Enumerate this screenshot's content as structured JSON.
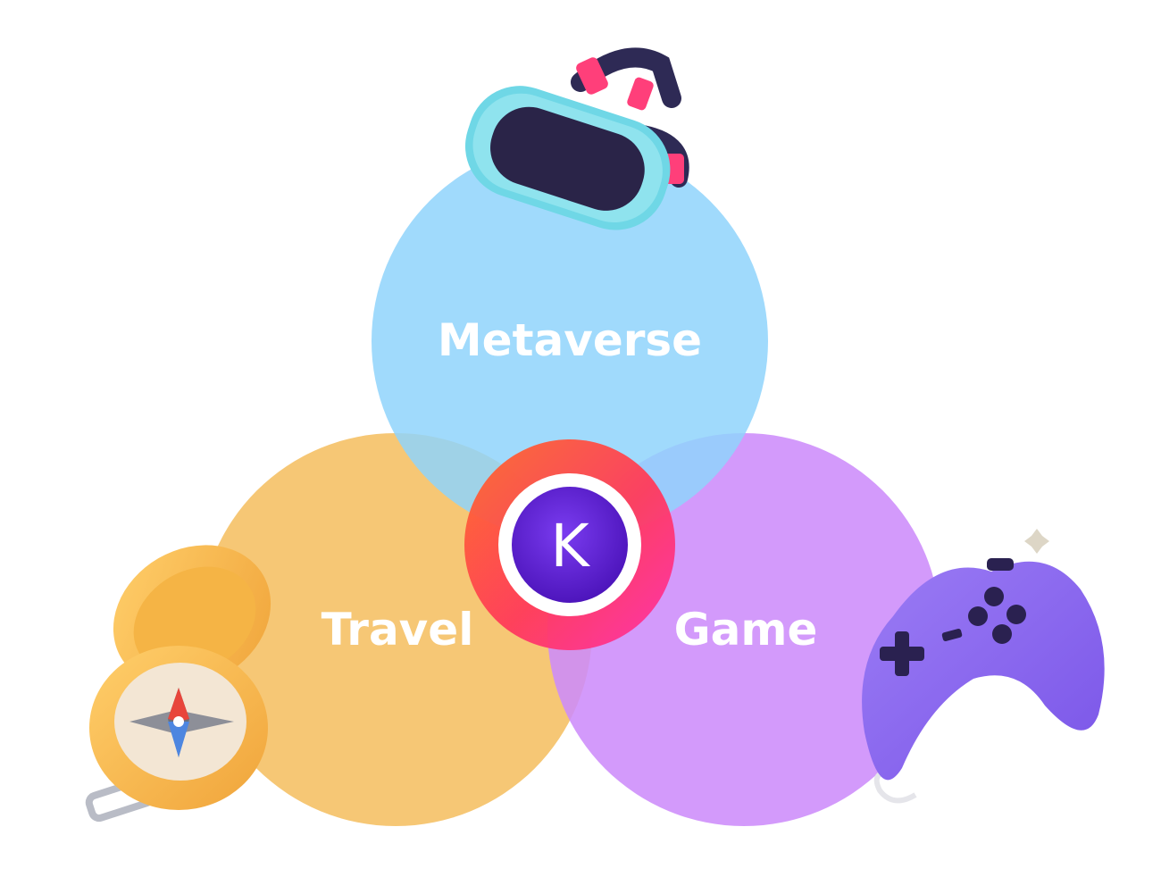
{
  "venn": {
    "circles": [
      {
        "id": "metaverse",
        "label": "Metaverse",
        "color": "#8fd3fb"
      },
      {
        "id": "travel",
        "label": "Travel",
        "color": "#f5bf62"
      },
      {
        "id": "game",
        "label": "Game",
        "color": "#cd8cfa"
      }
    ],
    "center_logo": {
      "letter": "K",
      "ring_colors": [
        "#ff5a2a",
        "#ff2f9a"
      ],
      "badge_color": "#5b1fd6"
    },
    "icons": {
      "metaverse": "vr-headset-icon",
      "travel": "compass-icon",
      "game": "gamepad-icon"
    }
  }
}
